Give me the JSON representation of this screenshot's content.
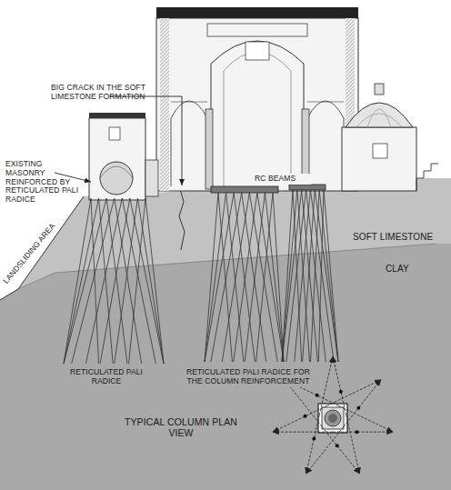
{
  "diagram": {
    "labels": [
      "BIG CRACK IN THE SOFT LIMESTONE FORMATION",
      "EXISTING MASONRY REINFORCED BY RETICULATED PALI RADICE",
      "RC BEAMS",
      "SOFT LIMESTONE",
      "CLAY",
      "LANDSLIDING AREA",
      "RETICULATED PALI RADICE",
      "RETICULATED PALI RADICE FOR THE COLUMN REINFORCEMENT",
      "TYPICAL COLUMN PLAN VIEW"
    ]
  }
}
